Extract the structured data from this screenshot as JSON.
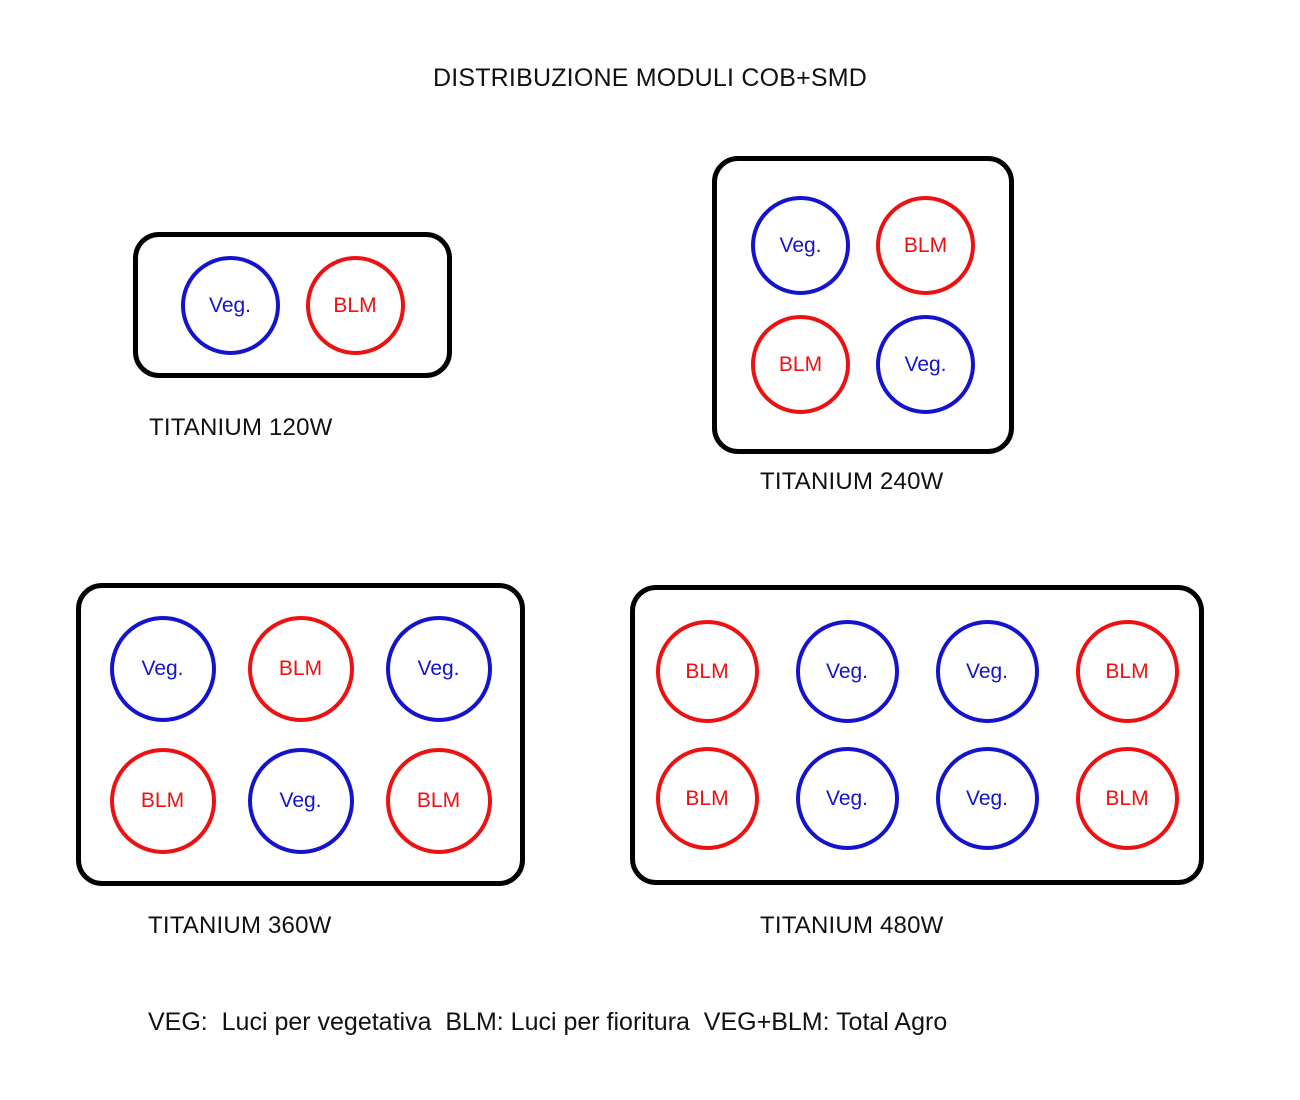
{
  "title": "DISTRIBUZIONE MODULI COB+SMD",
  "colors": {
    "veg": "#1414cc",
    "blm": "#ee1111",
    "board_border": "#000000",
    "text": "#111111",
    "background": "#ffffff"
  },
  "legend": "VEG:  Luci per vegetativa  BLM: Luci per fioritura  VEG+BLM: Total Agro",
  "module_types": {
    "veg": "Veg.",
    "blm": "BLM"
  },
  "panels": [
    {
      "id": "panel-120w",
      "caption": "TITANIUM 120W",
      "columns": 2,
      "rows_count": 1,
      "module_count": 2,
      "rows": [
        [
          {
            "type": "veg",
            "label": "Veg."
          },
          {
            "type": "blm",
            "label": "BLM"
          }
        ]
      ]
    },
    {
      "id": "panel-240w",
      "caption": "TITANIUM 240W",
      "columns": 2,
      "rows_count": 2,
      "module_count": 4,
      "rows": [
        [
          {
            "type": "veg",
            "label": "Veg."
          },
          {
            "type": "blm",
            "label": "BLM"
          }
        ],
        [
          {
            "type": "blm",
            "label": "BLM"
          },
          {
            "type": "veg",
            "label": "Veg."
          }
        ]
      ]
    },
    {
      "id": "panel-360w",
      "caption": "TITANIUM 360W",
      "columns": 3,
      "rows_count": 2,
      "module_count": 6,
      "rows": [
        [
          {
            "type": "veg",
            "label": "Veg."
          },
          {
            "type": "blm",
            "label": "BLM"
          },
          {
            "type": "veg",
            "label": "Veg."
          }
        ],
        [
          {
            "type": "blm",
            "label": "BLM"
          },
          {
            "type": "veg",
            "label": "Veg."
          },
          {
            "type": "blm",
            "label": "BLM"
          }
        ]
      ]
    },
    {
      "id": "panel-480w",
      "caption": "TITANIUM 480W",
      "columns": 4,
      "rows_count": 2,
      "module_count": 8,
      "rows": [
        [
          {
            "type": "blm",
            "label": "BLM"
          },
          {
            "type": "veg",
            "label": "Veg."
          },
          {
            "type": "veg",
            "label": "Veg."
          },
          {
            "type": "blm",
            "label": "BLM"
          }
        ],
        [
          {
            "type": "blm",
            "label": "BLM"
          },
          {
            "type": "veg",
            "label": "Veg."
          },
          {
            "type": "veg",
            "label": "Veg."
          },
          {
            "type": "blm",
            "label": "BLM"
          }
        ]
      ]
    }
  ]
}
